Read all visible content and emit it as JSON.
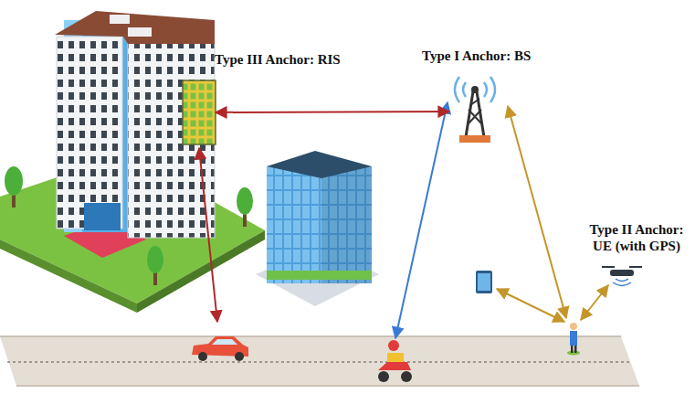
{
  "diagram": {
    "nodes": [
      {
        "text": [
          "Type III Anchor: RIS"
        ]
      },
      {
        "text": [
          "Type I Anchor: BS"
        ]
      },
      {
        "text": [
          "Type II Anchor: UE (with GPS)"
        ]
      }
    ],
    "edges": [
      {
        "from": 0,
        "to": 1,
        "arrow": "both"
      }
    ]
  }
}
